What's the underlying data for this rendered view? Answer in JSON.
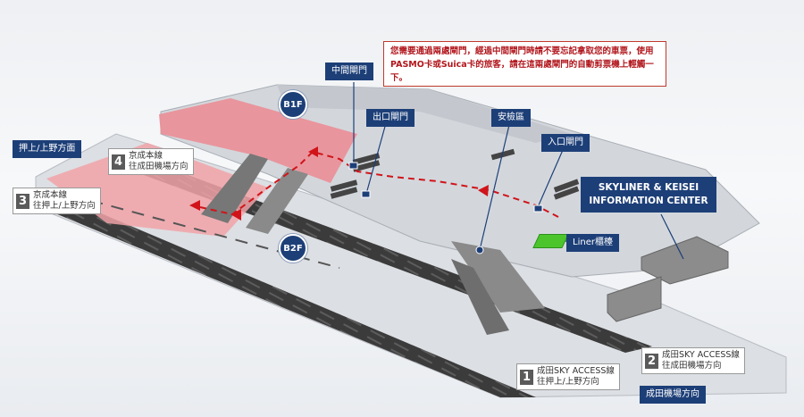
{
  "notice": {
    "text": "您需要通過兩處閘門，經過中間閘門時請不要忘記拿取您的車票，使用PASMO卡或Suica卡的旅客，請在這兩處閘門的自動剪票機上輕觸一下。"
  },
  "levels": {
    "b1f": "B1F",
    "b2f": "B2F"
  },
  "labels": {
    "middle_gate": "中間閘門",
    "exit_gate": "出口閘門",
    "security": "安檢區",
    "entrance_gate": "入口閘門",
    "info_center": "SKYLINER & KEISEI INFORMATION CENTER",
    "liner_counter": "Liner櫃檯",
    "oshiage_ueno": "押上/上野方面",
    "narita_airport": "成田機場方向"
  },
  "platforms": [
    {
      "number": "1",
      "line": "成田SKY ACCESS線",
      "direction": "往押上/上野方向"
    },
    {
      "number": "2",
      "line": "成田SKY ACCESS線",
      "direction": "往成田機場方向"
    },
    {
      "number": "3",
      "line": "京成本線",
      "direction": "往押上/上野方向"
    },
    {
      "number": "4",
      "line": "京成本線",
      "direction": "往成田機場方向"
    }
  ],
  "colors": {
    "label_bg": "#1d3f78",
    "route": "#d0141a",
    "platform_highlight": "#f1a3a8",
    "liner_counter": "#4cc52d",
    "notice_border": "#c0392b"
  }
}
